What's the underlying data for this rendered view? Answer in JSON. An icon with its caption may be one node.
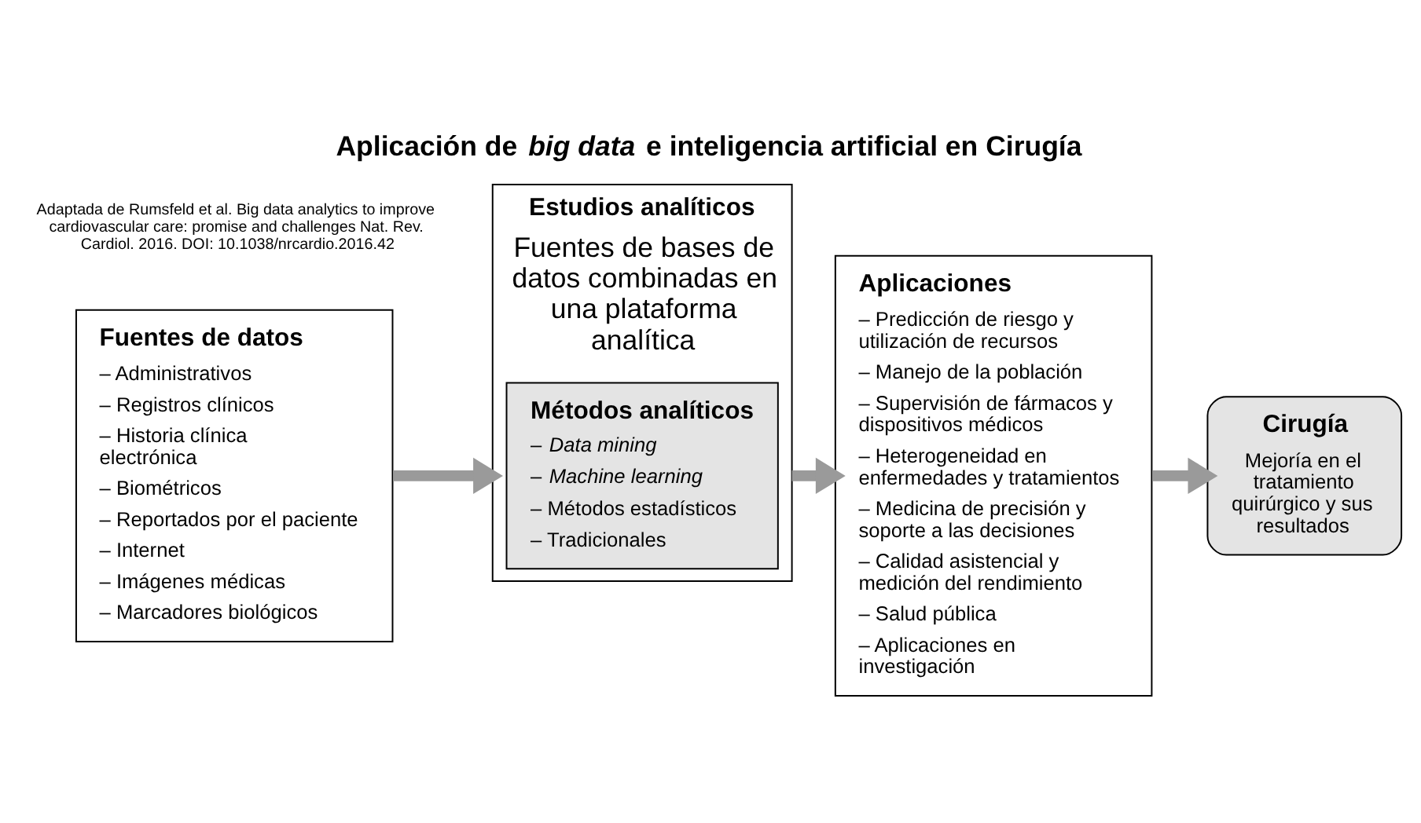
{
  "diagram": {
    "title": "Aplicación de *big data* e inteligencia artificial en Cirugía",
    "nodes": [
      {
        "text": [
          "Fuentes de datos",
          "– Administrativos",
          "– Registros clínicos",
          "– Historia clínica electrónica",
          "– Biométricos",
          "– Reportados por el paciente",
          "– Internet",
          "– Imágenes médicas",
          "– Marcadores biológicos"
        ]
      },
      {
        "text": [
          "Estudios analíticos",
          "Fuentes de bases de datos combinadas en una plataforma analítica"
        ]
      },
      {
        "text": [
          "Métodos analíticos",
          "– *Data mining*",
          "– *Machine learning*",
          "– Métodos estadísticos",
          "– Tradicionales"
        ],
        "in": 1
      },
      {
        "text": [
          "Aplicaciones",
          "– Predicción de riesgo y utilización de recursos",
          "– Manejo de la población",
          "– Supervisión de fármacos y dispositivos médicos",
          "– Heterogeneidad en enfermedades y tratamientos",
          "– Medicina de precisión y soporte a las decisiones",
          "– Calidad asistencial y medición del rendimiento",
          "– Salud pública",
          "– Aplicaciones en investigación"
        ]
      },
      {
        "text": [
          "Cirugía",
          "Mejoría en el tratamiento quirúrgico y sus resultados"
        ]
      }
    ],
    "edges": [
      {
        "from": 0,
        "to": 1,
        "arrow": "to"
      },
      {
        "from": 1,
        "to": 3,
        "arrow": "to"
      },
      {
        "from": 3,
        "to": 4,
        "arrow": "to"
      }
    ],
    "labels": [
      "Adaptada de Rumsfeld et al. Big data analytics to improve cardiovascular care: promise and challenges Nat. Rev. Cardiol. 2016. DOI: 10.1038/nrcardio.2016.42"
    ]
  }
}
